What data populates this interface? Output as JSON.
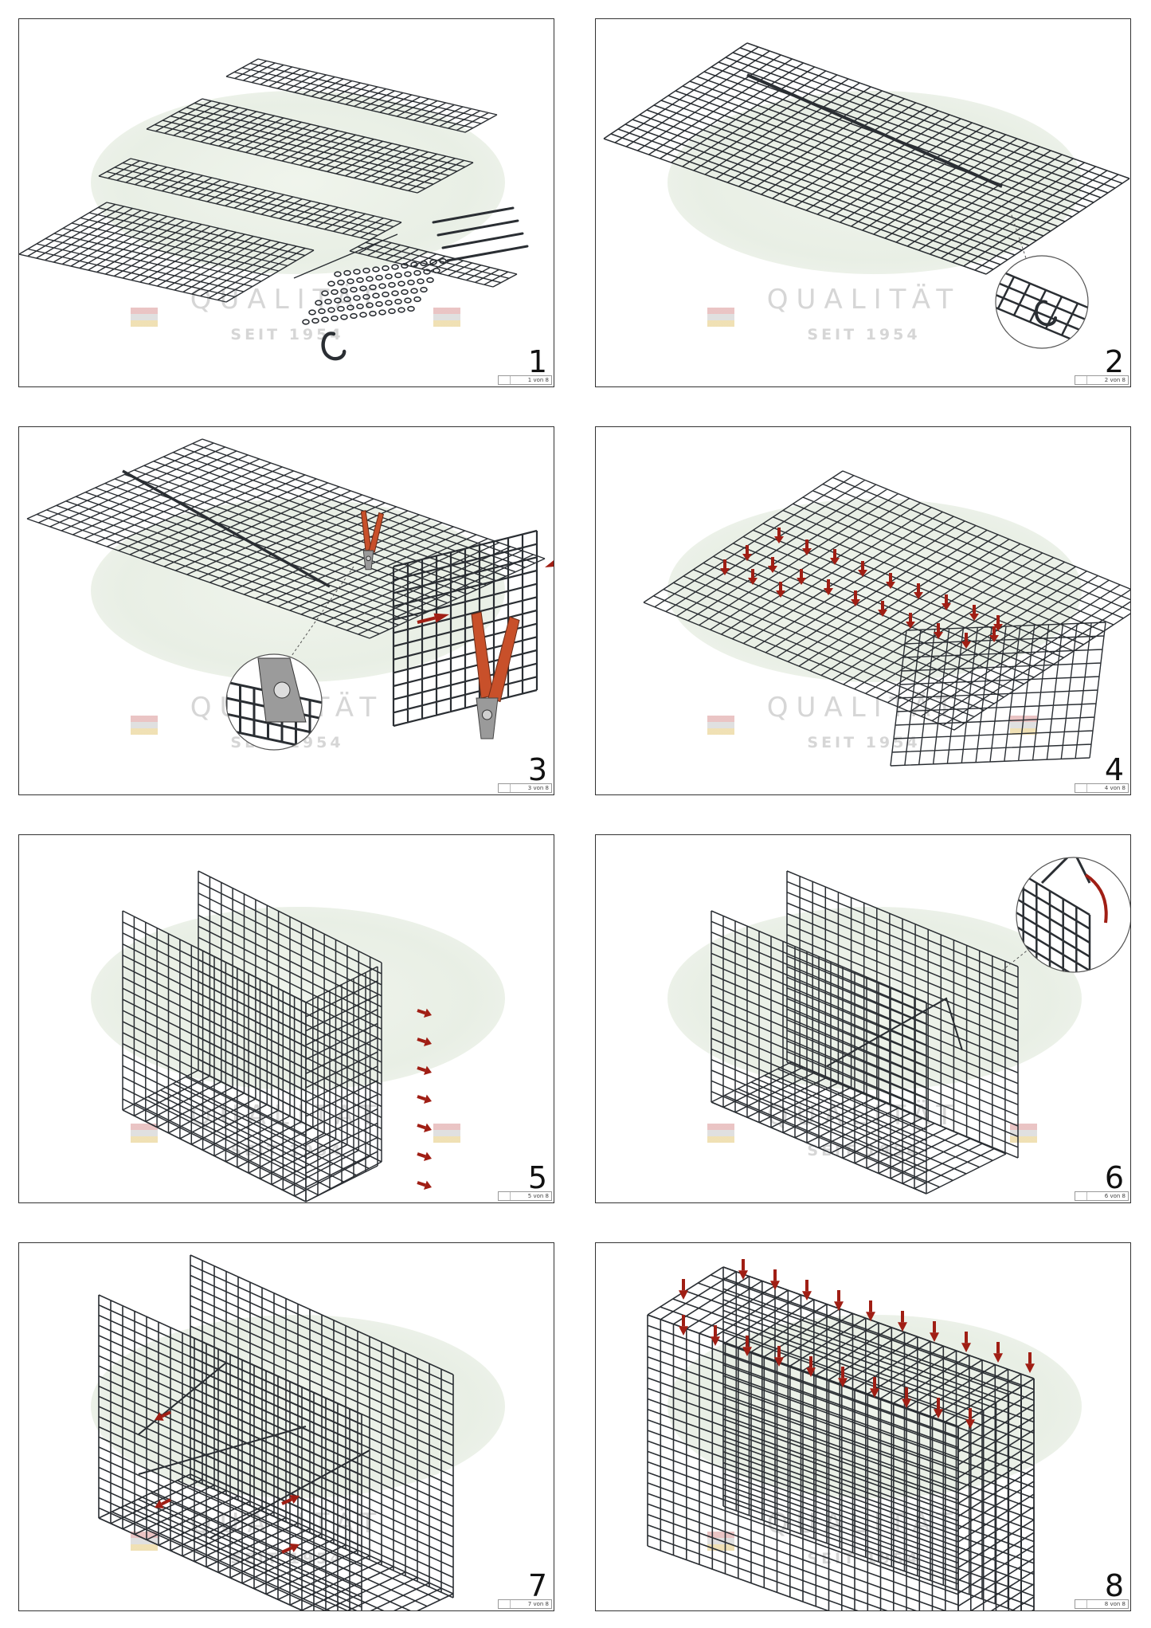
{
  "watermark": {
    "main": "QUALITÄT",
    "sub": "SEIT 1954"
  },
  "panels": [
    {
      "step": "1",
      "page_label": "1 von 8"
    },
    {
      "step": "2",
      "page_label": "2 von 8"
    },
    {
      "step": "3",
      "page_label": "3 von 8"
    },
    {
      "step": "4",
      "page_label": "4 von 8"
    },
    {
      "step": "5",
      "page_label": "5 von 8"
    },
    {
      "step": "6",
      "page_label": "6 von 8"
    },
    {
      "step": "7",
      "page_label": "7 von 8"
    },
    {
      "step": "8",
      "page_label": "8 von 8"
    }
  ],
  "colors": {
    "mesh": "#2a2e33",
    "arrow": "#a01e14",
    "handle": "#c8502a",
    "border": "#333333"
  },
  "icons": [
    "wire-mesh-panel",
    "s-hook-clip",
    "pliers-tool",
    "push-arrow"
  ]
}
